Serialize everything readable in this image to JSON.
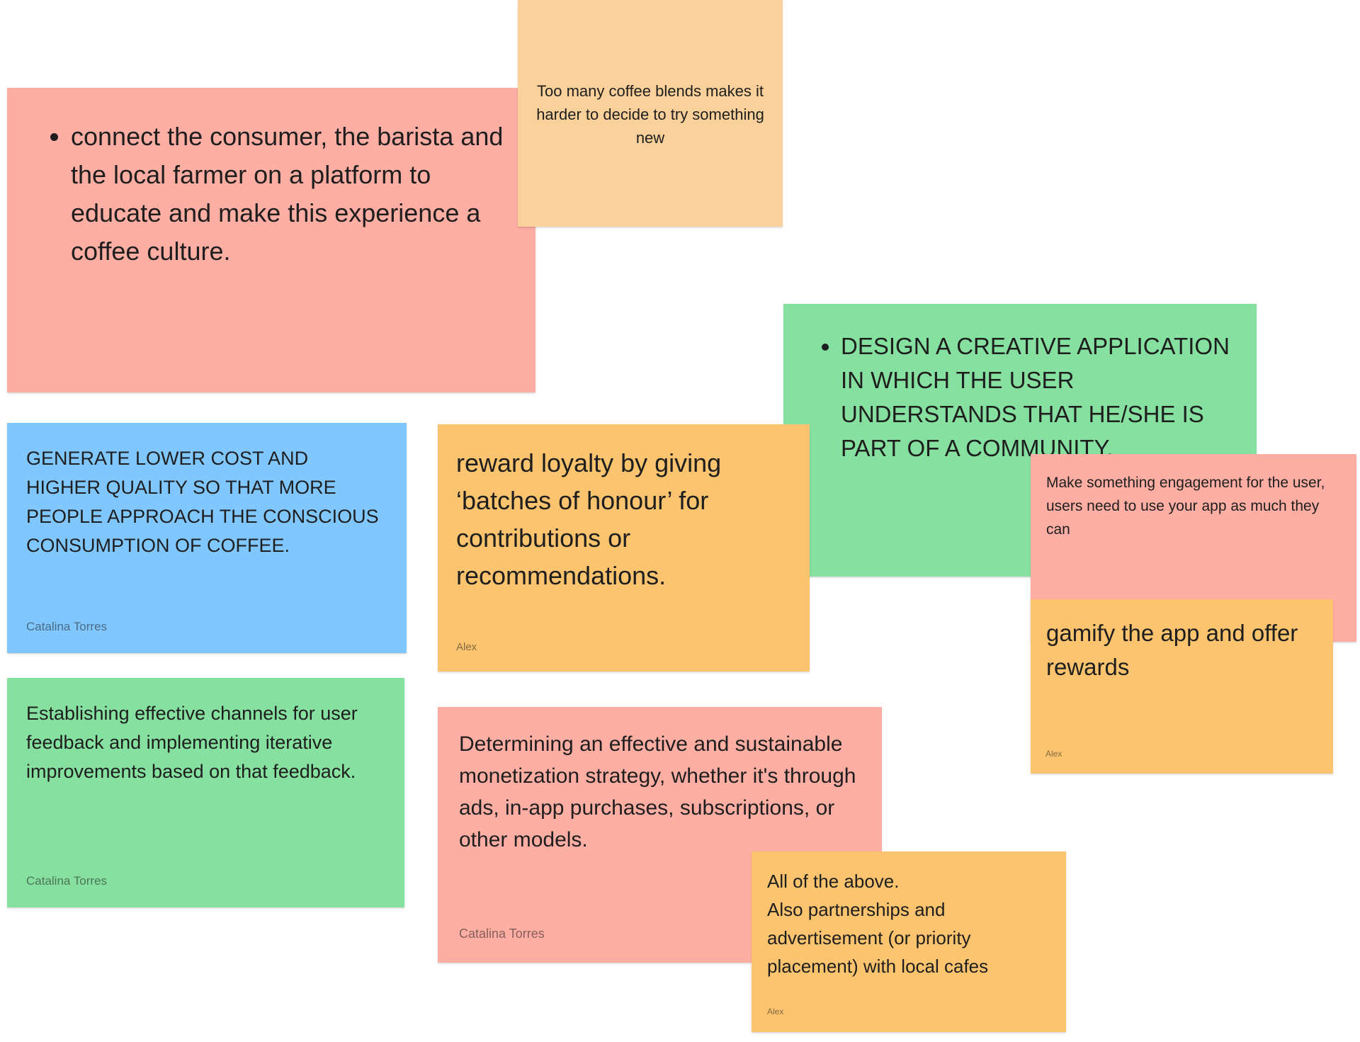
{
  "notes": [
    {
      "id": "n1",
      "color": "#ffaea4",
      "bullets": [
        "connect the consumer, the barista and the local farmer on a platform to educate and make this experience a coffee culture."
      ]
    },
    {
      "id": "n2",
      "color": "#fbd19b",
      "text": "Too many coffee blends makes it harder to decide to try something new"
    },
    {
      "id": "n3",
      "color": "#86e0a0",
      "bullets": [
        "DESIGN A CREATIVE APPLICATION IN WHICH THE USER UNDERSTANDS THAT HE/SHE IS PART OF A COMMUNITY."
      ]
    },
    {
      "id": "n4",
      "color": "#80c7ff",
      "text": "GENERATE LOWER COST AND HIGHER QUALITY SO THAT MORE PEOPLE APPROACH THE CONSCIOUS CONSUMPTION OF COFFEE.",
      "author": "Catalina Torres"
    },
    {
      "id": "n5",
      "color": "#fcc46e",
      "text": "reward loyalty by giving ‘batches of honour’ for contributions or recommendations.",
      "author": "Alex"
    },
    {
      "id": "n6",
      "color": "#ffaea4",
      "text": "Make something engagement for the user, users need to use your app as much they can"
    },
    {
      "id": "n7",
      "color": "#fcc46e",
      "text": "gamify the app and offer rewards",
      "author": "Alex"
    },
    {
      "id": "n8",
      "color": "#86e0a0",
      "text": "Establishing effective channels for user feedback and implementing iterative improvements based on that feedback.",
      "author": "Catalina Torres"
    },
    {
      "id": "n9",
      "color": "#ffaea4",
      "text": "Determining an effective and sustainable monetization strategy, whether it's through ads, in-app purchases, subscriptions, or other models.",
      "author": "Catalina Torres"
    },
    {
      "id": "n10",
      "color": "#fcc46e",
      "text": "All of the above.\nAlso partnerships and advertisement (or priority placement) with local cafes",
      "author": "Alex"
    }
  ]
}
